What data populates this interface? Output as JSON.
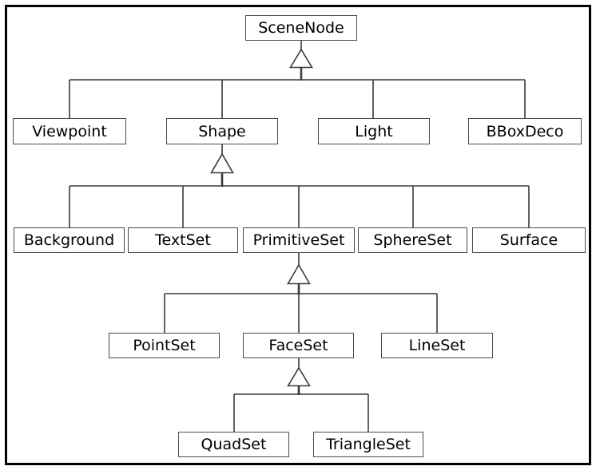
{
  "diagram": {
    "type": "class-inheritance-tree",
    "nodes": {
      "scenenode": {
        "label": "SceneNode"
      },
      "viewpoint": {
        "label": "Viewpoint"
      },
      "shape": {
        "label": "Shape"
      },
      "light": {
        "label": "Light"
      },
      "bboxdeco": {
        "label": "BBoxDeco"
      },
      "background": {
        "label": "Background"
      },
      "textset": {
        "label": "TextSet"
      },
      "primitiveset": {
        "label": "PrimitiveSet"
      },
      "sphereset": {
        "label": "SphereSet"
      },
      "surface": {
        "label": "Surface"
      },
      "pointset": {
        "label": "PointSet"
      },
      "faceset": {
        "label": "FaceSet"
      },
      "lineset": {
        "label": "LineSet"
      },
      "quadset": {
        "label": "QuadSet"
      },
      "triangleset": {
        "label": "TriangleSet"
      }
    },
    "hierarchy": [
      {
        "parent": "SceneNode",
        "children": [
          "Viewpoint",
          "Shape",
          "Light",
          "BBoxDeco"
        ]
      },
      {
        "parent": "Shape",
        "children": [
          "Background",
          "TextSet",
          "PrimitiveSet",
          "SphereSet",
          "Surface"
        ]
      },
      {
        "parent": "PrimitiveSet",
        "children": [
          "PointSet",
          "FaceSet",
          "LineSet"
        ]
      },
      {
        "parent": "FaceSet",
        "children": [
          "QuadSet",
          "TriangleSet"
        ]
      }
    ],
    "arrow_style": "open-triangle-pointing-to-parent",
    "colors": {
      "background": "#ffffff",
      "frame_border": "#000000",
      "box_border": "#4a4a4a",
      "connector_line": "#3a3a3a",
      "text": "#000000"
    }
  }
}
